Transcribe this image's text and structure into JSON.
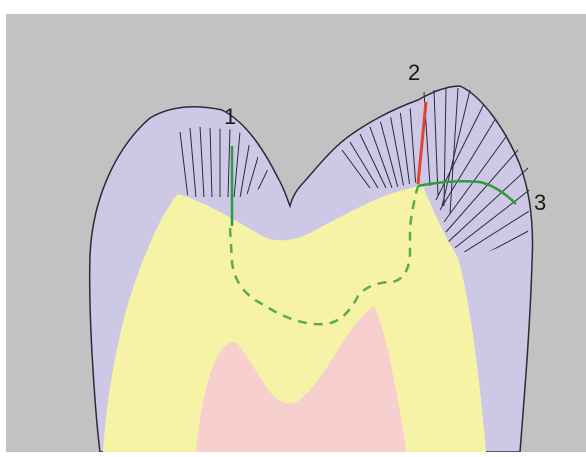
{
  "diagram": {
    "labels": [
      "1",
      "2",
      "3"
    ],
    "colors": {
      "background": "#c2c2c2",
      "enamel": "#ccc8e6",
      "dentin": "#f7f3a6",
      "pulp": "#f7cfcf",
      "outline": "#2b2b3a",
      "prism_lines": "#2b2b3a",
      "green_line": "#2f9a3e",
      "red_line": "#e2452f",
      "dashed_line": "#5cad4a"
    }
  }
}
